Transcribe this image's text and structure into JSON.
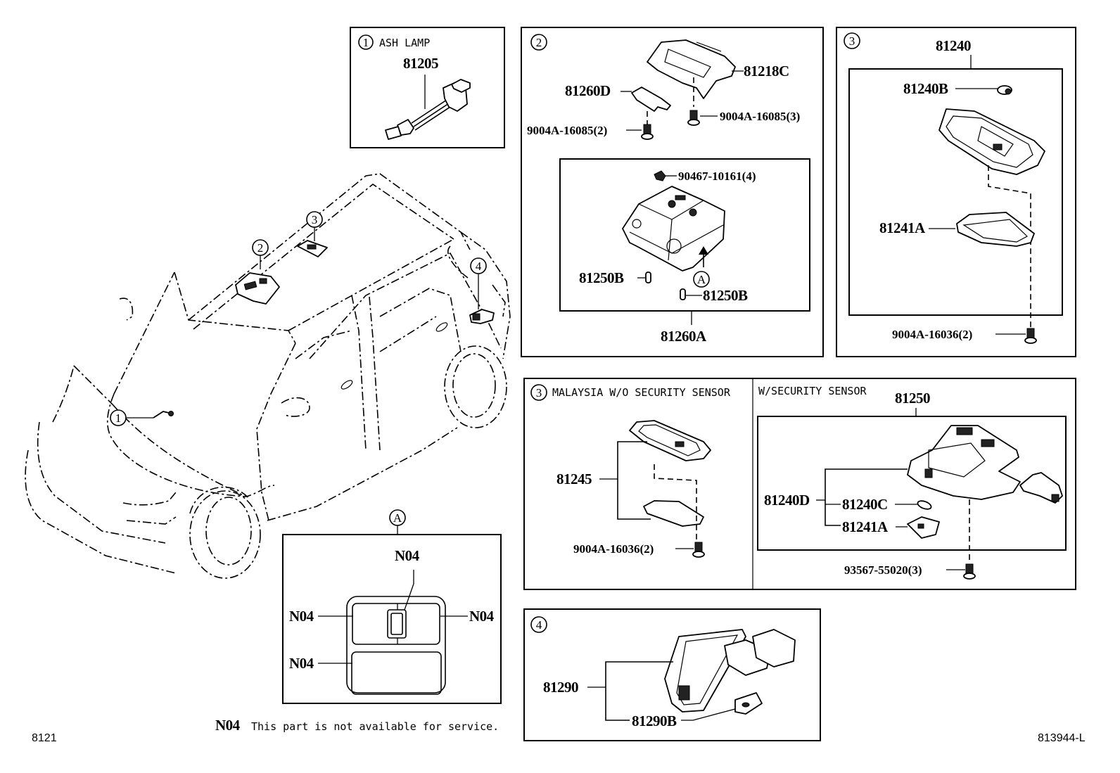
{
  "diagram": {
    "title_code": "8121",
    "drawing_id": "813944-L",
    "note": {
      "code": "N04",
      "text": "This part is not available for service."
    },
    "vehicle_callouts": [
      "1",
      "2",
      "3",
      "4"
    ],
    "panels": {
      "p1": {
        "index": "1",
        "caption": "ASH LAMP",
        "parts": [
          "81205"
        ]
      },
      "p2": {
        "index": "2",
        "parts": {
          "bracket": "81218C",
          "sub_bracket": "81260D",
          "screw_left": "9004A-16085(2)",
          "screw_right": "9004A-16085(3)",
          "clip": "90467-10161(4)",
          "bulb_left": "81250B",
          "bulb_right": "81250B",
          "assembly": "81260A",
          "view_ref": "A"
        }
      },
      "p3": {
        "index": "3",
        "parts": {
          "assembly": "81240",
          "bulb": "81240B",
          "lens": "81241A",
          "screw": "9004A-16036(2)"
        }
      },
      "p3_malaysia": {
        "index": "3",
        "caption": "MALAYSIA W/O SECURITY SENSOR",
        "parts": {
          "assembly": "81245",
          "screw": "9004A-16036(2)"
        }
      },
      "p3_security": {
        "caption": "W/SECURITY SENSOR",
        "parts": {
          "assembly": "81250",
          "sub_assembly": "81240D",
          "bulb": "81240C",
          "lens": "81241A",
          "screw": "93567-55020(3)"
        }
      },
      "p4": {
        "index": "4",
        "parts": {
          "assembly": "81290",
          "bulb": "81290B"
        }
      },
      "view_a": {
        "ref": "A",
        "labels": [
          "N04",
          "N04",
          "N04",
          "N04"
        ]
      }
    }
  }
}
